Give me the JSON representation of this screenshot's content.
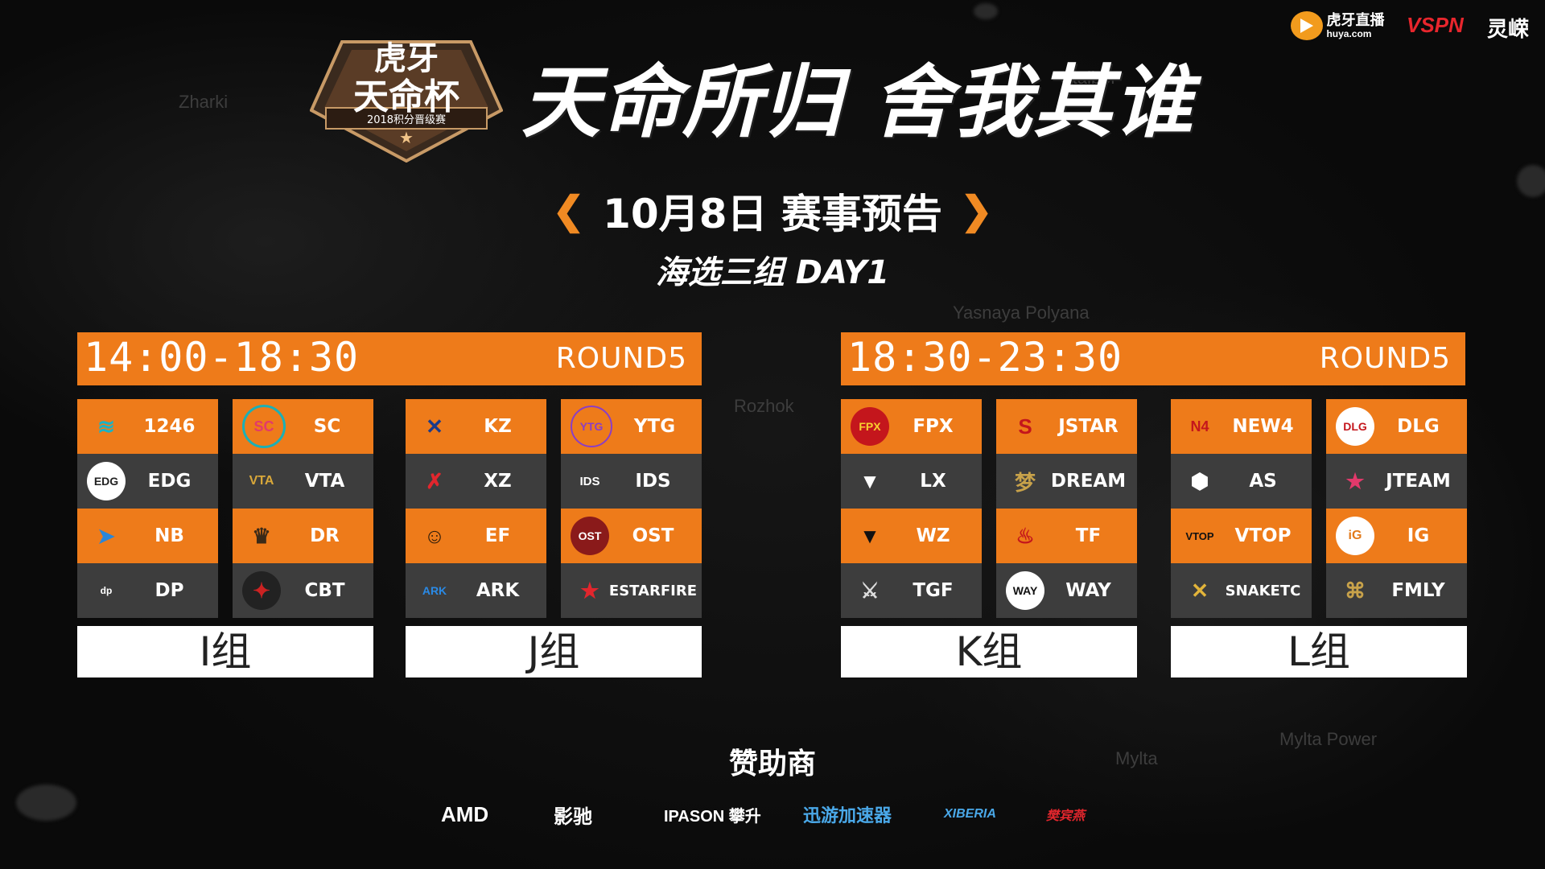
{
  "header": {
    "logo_line1": "虎牙",
    "logo_line2": "天命杯",
    "logo_subtitle": "2018积分晋级赛",
    "slogan": "天命所归 舍我其谁",
    "brand_huya": "虎牙直播",
    "brand_huya_url": "huya.com",
    "brand_vspn": "VSPN",
    "brand_lingxiu": "灵嵘"
  },
  "event": {
    "date_title": "10月8日 赛事预告",
    "subtitle": "海选三组 DAY1"
  },
  "map_labels": [
    "Zharki",
    "Stalber",
    "Yasnaya Polyana",
    "Rozhok",
    "Mylta",
    "Mylta Power"
  ],
  "sessions": [
    {
      "time": "14:00-18:30",
      "round": "ROUND5"
    },
    {
      "time": "18:30-23:30",
      "round": "ROUND5"
    }
  ],
  "groups": [
    {
      "name": "I组",
      "columns": [
        [
          {
            "team": "1246",
            "icon": "1246-logo-icon"
          },
          {
            "team": "EDG",
            "icon": "edg-logo-icon"
          },
          {
            "team": "NB",
            "icon": "nb-logo-icon"
          },
          {
            "team": "DP",
            "icon": "dp-logo-icon"
          }
        ],
        [
          {
            "team": "SC",
            "icon": "sc-logo-icon"
          },
          {
            "team": "VTA",
            "icon": "vta-logo-icon"
          },
          {
            "team": "DR",
            "icon": "dr-logo-icon"
          },
          {
            "team": "CBT",
            "icon": "cbt-logo-icon"
          }
        ]
      ]
    },
    {
      "name": "J组",
      "columns": [
        [
          {
            "team": "KZ",
            "icon": "kz-logo-icon"
          },
          {
            "team": "XZ",
            "icon": "xz-logo-icon"
          },
          {
            "team": "EF",
            "icon": "ef-logo-icon"
          },
          {
            "team": "ARK",
            "icon": "ark-logo-icon"
          }
        ],
        [
          {
            "team": "YTG",
            "icon": "ytg-logo-icon"
          },
          {
            "team": "IDS",
            "icon": "ids-logo-icon"
          },
          {
            "team": "OST",
            "icon": "ost-logo-icon"
          },
          {
            "team": "ESTARFIRE",
            "icon": "estarfire-logo-icon"
          }
        ]
      ]
    },
    {
      "name": "K组",
      "columns": [
        [
          {
            "team": "FPX",
            "icon": "fpx-logo-icon"
          },
          {
            "team": "LX",
            "icon": "lx-logo-icon"
          },
          {
            "team": "WZ",
            "icon": "wz-logo-icon"
          },
          {
            "team": "TGF",
            "icon": "tgf-logo-icon"
          }
        ],
        [
          {
            "team": "JSTAR",
            "icon": "jstar-logo-icon"
          },
          {
            "team": "DREAM",
            "icon": "dream-logo-icon"
          },
          {
            "team": "TF",
            "icon": "tf-logo-icon"
          },
          {
            "team": "WAY",
            "icon": "way-logo-icon"
          }
        ]
      ]
    },
    {
      "name": "L组",
      "columns": [
        [
          {
            "team": "NEW4",
            "icon": "new4-logo-icon"
          },
          {
            "team": "AS",
            "icon": "as-logo-icon"
          },
          {
            "team": "VTOP",
            "icon": "vtop-logo-icon"
          },
          {
            "team": "SNAKETC",
            "icon": "snaketc-logo-icon"
          }
        ],
        [
          {
            "team": "DLG",
            "icon": "dlg-logo-icon"
          },
          {
            "team": "JTEAM",
            "icon": "jteam-logo-icon"
          },
          {
            "team": "IG",
            "icon": "ig-logo-icon"
          },
          {
            "team": "FMLY",
            "icon": "fmly-logo-icon"
          }
        ]
      ]
    }
  ],
  "sponsors": {
    "title": "赞助商",
    "items": [
      "AMD",
      "影驰",
      "IPASON 攀升",
      "迅游加速器",
      "XIBERIA",
      "樊宾燕"
    ]
  },
  "colors": {
    "accent": "#ee7b1a",
    "dark_cell": "#3d3d3d",
    "background": "#0d0d0d"
  }
}
